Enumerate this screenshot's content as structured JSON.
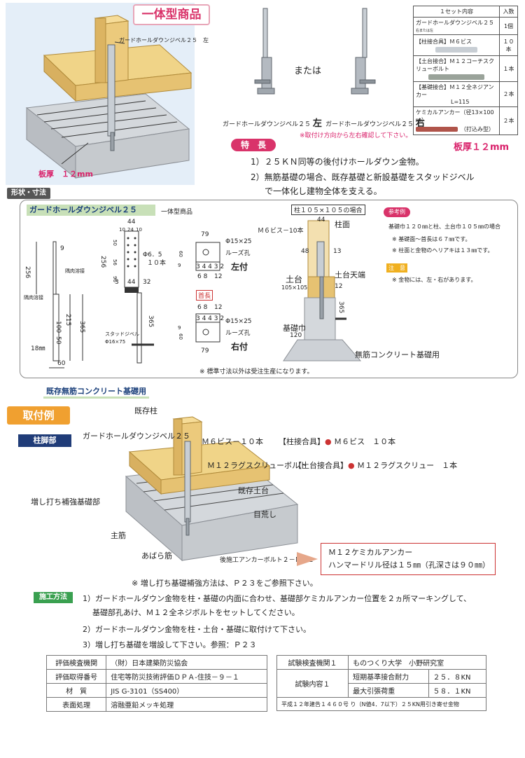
{
  "hero": {
    "badge": "一体型商品",
    "label_product": "ガードホールダウンジベル２５　左",
    "label_thickness": "板厚　１２mm"
  },
  "variants": {
    "or_text": "または",
    "left_label": "ガードホールダウンジベル２５",
    "left_side": "左",
    "right_label": "ガードホールダウンジベル２５",
    "right_side": "右",
    "note": "※取付け方向から左右確認して下さい。"
  },
  "set_table": {
    "header": "１セット内容",
    "header_qty": "入数",
    "rows": [
      {
        "name": "ガードホールダウンジベル２５",
        "sub": "右または左",
        "qty": "1個"
      },
      {
        "name": "【柱接合具】Ｍ６ビス",
        "qty": "１０本"
      },
      {
        "name": "【土台接合】Ｍ１２コーチスクリューボルト",
        "qty": "１本"
      },
      {
        "name": "【基礎接合】Ｍ１２全ネジアンカー",
        "sub2": "L=115",
        "qty": "２本"
      },
      {
        "name": "ケミカルアンカー（径13×100㎜）",
        "sub2": "（打込み型）",
        "qty": "２本"
      }
    ]
  },
  "thickness": "板厚１２mm",
  "feature": {
    "pill": "特　長",
    "line1": "1）２５ＫＮ同等の後付けホールダウン金物。",
    "line2": "2）無筋基礎の場合、既存基礎と新設基礎をスタッドジベル",
    "line3": "で一体化し建物全体を支える。"
  },
  "shape_section": "形状・寸法",
  "dims": {
    "title": "ガードホールダウンジベル２５",
    "subtitle": "一体型商品",
    "d9": "9",
    "d256": "256",
    "d215": "215",
    "d365": "365",
    "d50": "50",
    "d100": "100",
    "d60": "60",
    "d18": "18㎜",
    "weld1": "隅肉溶接",
    "weld2": "隅肉溶接",
    "d44": "44",
    "d10a": "10",
    "d24": "24",
    "d10b": "10",
    "phi65": "Φ6．5",
    "n10": "１０本",
    "d256b": "256",
    "d50b": "50",
    "d56": "56",
    "d96": "96",
    "d3": "3",
    "d44b": "44",
    "d32": "32",
    "d365b": "365",
    "stud": "スタッドジベル",
    "stud_size": "Φ16×75",
    "d79": "79",
    "phi15": "Φ15×25",
    "loose": "ルーズ孔",
    "d3443": "3 4 4 3 2",
    "d9b": "9",
    "d60b": "60",
    "d68": "6 8",
    "d12": "12",
    "left_attach": "左付",
    "neck": "首長",
    "d68b": "6 8",
    "d12b": "12",
    "d3443b": "3 4 4 3 2",
    "d9c": "9",
    "d60c": "60",
    "d79b": "79",
    "phi15b": "Φ15×25",
    "loose2": "ルーズ孔",
    "right_attach": "右付",
    "std_note": "※ 標準寸法以外は受注生産になります。",
    "col_size": "柱１０５×１０５の場合",
    "d44c": "44",
    "m6": "Ｍ６ビス－10本",
    "col_face": "柱面",
    "d48": "48",
    "d13": "13",
    "sill": "土台",
    "sill_size": "105×105",
    "sill_top": "土台天端",
    "d12c": "12",
    "d365c": "365",
    "base_w": "基礎巾",
    "base_w_v": "120",
    "base_note": "無筋コンクリート基礎用",
    "ref_pill": "参考例",
    "ref1": "基礎巾１２０㎜と柱、土台巾１０５㎜の場合",
    "ref2": "※ 基礎面～首長は６７㎜です。",
    "ref3": "※ 柱面と金物のヘリアキは１３㎜です。",
    "caution_pill": "注　意",
    "caution": "※ 金物には、左・右があります。"
  },
  "existing_title": "既存無筋コンクリート基礎用",
  "install": {
    "badge": "取付例",
    "col_badge": "柱脚部",
    "existing_col": "既存柱",
    "product": "ガードホールダウンジベル２５",
    "m6": "Ｍ６ビス－１０本",
    "m6_note_bracket": "【柱接合具】",
    "m6_note": "Ｍ６ビス　１０本",
    "m12": "Ｍ１２ラグスクリューボルト",
    "m12_note_bracket": "【土台接合具】",
    "m12_note": "Ｍ１２ラグスクリュー　１本",
    "existing_sill": "既存土台",
    "reinforce": "増し打ち補強基礎部",
    "rough": "目荒し",
    "main_bar": "主筋",
    "stirrup": "あばら筋",
    "post_anchor": "後施工アンカーボルト２－Ｍ１２",
    "anchor_line1": "Ｍ１２ケミカルアンカー",
    "anchor_line2": "ハンマードリル径は１５㎜（孔深さは９０㎜）",
    "ref_note": "※ 増し打ち基礎補強方法は、Ｐ２３をご参照下さい。"
  },
  "method": {
    "badge": "施工方法",
    "s1a": "1）ガードホールダウン金物を柱・基礎の内面に合わせ、基礎部ケミカルアンカー位置を２ヵ所マーキングして、",
    "s1b": "基礎部孔あけ、Ｍ１２全ネジボルトをセットしてください。",
    "s2": "2）ガードホールダウン金物を柱・土台・基礎に取付けて下さい。",
    "s3": "3）増し打ち基礎を増設して下さい。参照：Ｐ２３"
  },
  "info_left": [
    [
      "評価検査機関",
      "（財）日本建築防災協会"
    ],
    [
      "評価取得番号",
      "住宅等防災技術評価ＤＰＡ-住技－９－１"
    ],
    [
      "材　質",
      "JIS G-3101（SS400）"
    ],
    [
      "表面処理",
      "溶融亜鉛メッキ処理"
    ]
  ],
  "info_right": {
    "r1k": "試験検査機関１",
    "r1v": "ものつくり大学　小野研究室",
    "r2k": "試験内容１",
    "r2a": "短期基準接合耐力",
    "r2av": "２５．８KN",
    "r2b": "最大引張荷重",
    "r2bv": "５８．１KN",
    "r3": "平成１２年建告１４６０号 り（N値4．7以下）２５KN用引き寄せ金物"
  },
  "colors": {
    "accent_pink": "#d9336a",
    "navy": "#203c78",
    "orange": "#f0a030",
    "green": "#3aa050"
  }
}
